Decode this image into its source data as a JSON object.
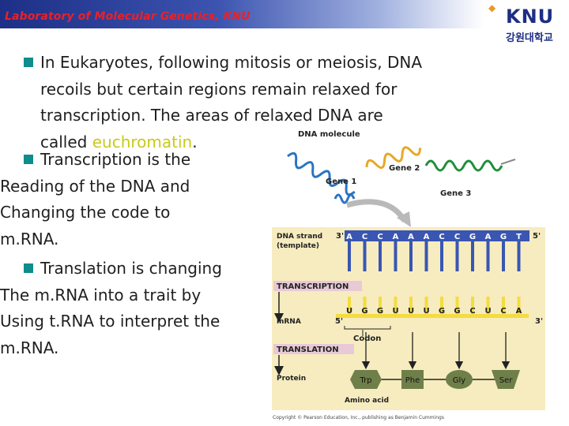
{
  "header": {
    "title": "Laboratory of Molecular Genetics, KNU"
  },
  "logo": {
    "name": "KNU",
    "korean": "강원대학교"
  },
  "bullets": {
    "b1": {
      "line1": "In Eukaryotes, following mitosis or meiosis, DNA",
      "line2": "recoils but certain regions remain relaxed for",
      "line3": "transcription.  The areas of relaxed DNA are",
      "line4_before": "called ",
      "line4_highlight": "euchromatin",
      "line4_after": "."
    },
    "b2": {
      "line1": "Transcription is the",
      "line2": "Reading of the DNA and",
      "line3": "Changing the code to",
      "line4": "m.RNA."
    },
    "b3": {
      "line1": "Translation is changing",
      "line2": "The m.RNA into a trait by",
      "line3": "Using t.RNA to interpret the",
      "line4": "m.RNA."
    }
  },
  "figure": {
    "dna_molecule_label": "DNA molecule",
    "gene1": "Gene 1",
    "gene2": "Gene 2",
    "gene3": "Gene 3",
    "dna_strand_label": "DNA strand (template)",
    "dna_3prime": "3'",
    "dna_5prime": "5'",
    "dna_bases": [
      "A",
      "C",
      "C",
      "A",
      "A",
      "A",
      "C",
      "C",
      "G",
      "A",
      "G",
      "T"
    ],
    "transcription": "TRANSCRIPTION",
    "mrna_label": "mRNA",
    "mrna_5prime": "5'",
    "mrna_3prime": "3'",
    "mrna_bases": [
      "U",
      "G",
      "G",
      "U",
      "U",
      "U",
      "G",
      "G",
      "C",
      "U",
      "C",
      "A"
    ],
    "codon": "Codon",
    "translation": "TRANSLATION",
    "protein_label": "Protein",
    "amino_acids": [
      "Trp",
      "Phe",
      "Gly",
      "Ser"
    ],
    "amino_acid_label": "Amino acid",
    "copyright": "Copyright © Pearson Education, Inc., publishing as Benjamin Cummings",
    "colors": {
      "panel": "#f6ecbf",
      "dna_band": "#3a56b2",
      "mrna_band": "#f3dc3e",
      "label_box": "#e8c9d6",
      "amino": "#6f7f49",
      "gene1": "#2b73c2",
      "gene2": "#e7a827",
      "gene3": "#1e8f3a"
    }
  }
}
